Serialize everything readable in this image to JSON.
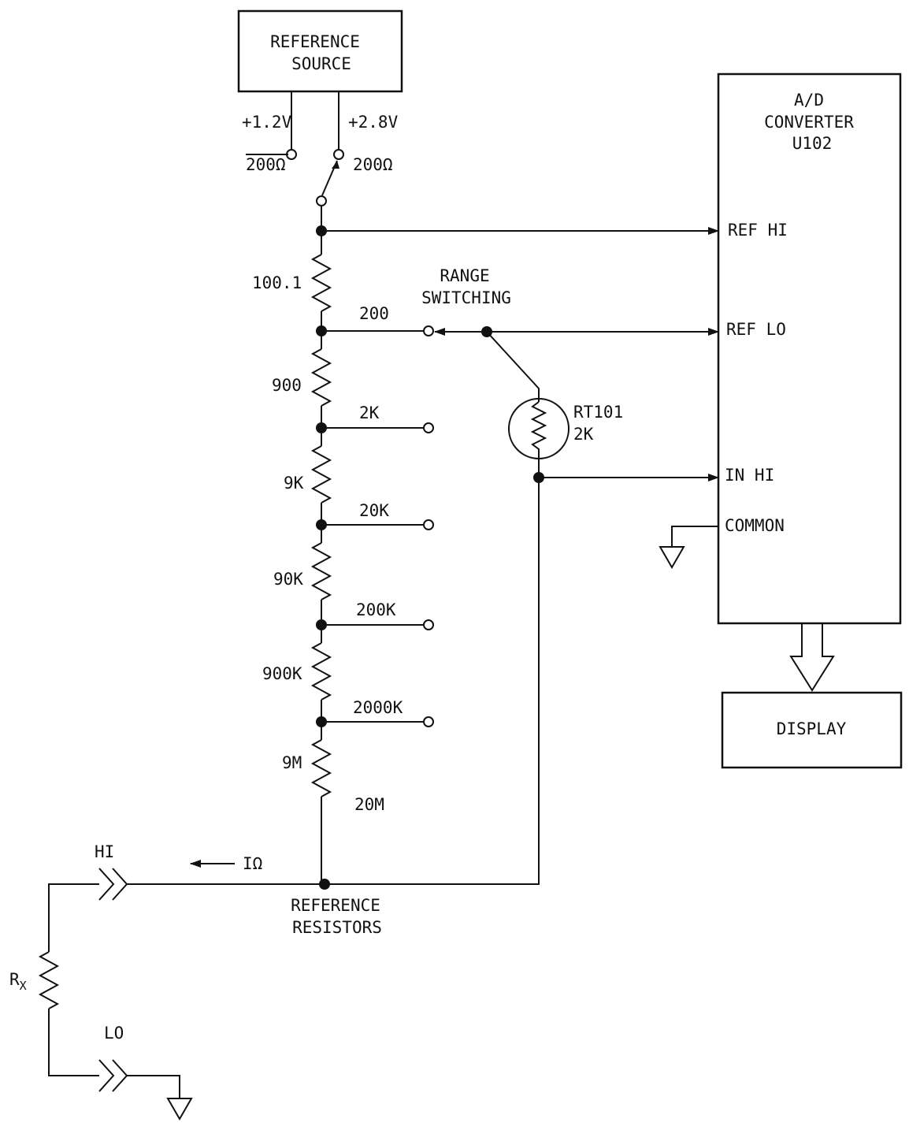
{
  "reference_source": {
    "line1": "REFERENCE",
    "line2": "SOURCE"
  },
  "voltages": {
    "v1": "+1.2V",
    "v2": "+2.8V"
  },
  "source_resistors": {
    "r1": "200Ω",
    "r2": "200Ω"
  },
  "adc": {
    "line1": "A/D",
    "line2": "CONVERTER",
    "line3": "U102",
    "pins": {
      "ref_hi": "REF HI",
      "ref_lo": "REF LO",
      "in_hi": "IN HI",
      "common": "COMMON"
    }
  },
  "display": "DISPLAY",
  "range_switching": {
    "line1": "RANGE",
    "line2": "SWITCHING"
  },
  "ladder_resistors": [
    "100.1",
    "900",
    "9K",
    "90K",
    "900K",
    "9M"
  ],
  "range_taps": [
    "200",
    "2K",
    "20K",
    "200K",
    "2000K",
    "20M"
  ],
  "thermistor": {
    "name": "RT101",
    "value": "2K"
  },
  "current": "IΩ",
  "reference_resistors": {
    "line1": "REFERENCE",
    "line2": "RESISTORS"
  },
  "terminals": {
    "hi": "HI",
    "lo": "LO"
  },
  "rx": {
    "main": "R",
    "sub": "X"
  }
}
